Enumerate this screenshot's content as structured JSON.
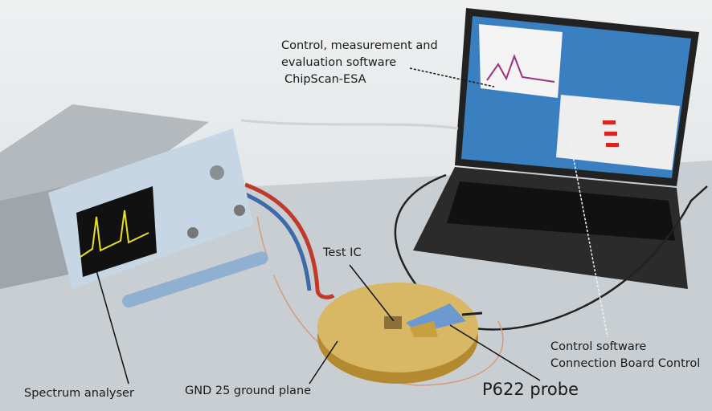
{
  "labels": {
    "software": [
      "Control, measurement and",
      "evaluation software",
      "ChipScan-ESA"
    ],
    "test_ic": "Test IC",
    "control_software": [
      "Control software",
      "Connection Board Control"
    ],
    "spectrum_analyser": "Spectrum analyser",
    "ground_plane": "GND 25 ground plane",
    "probe": "P622 probe"
  },
  "colors": {
    "gold": "#c9a54a",
    "analyser_blue": "#8fb0d0",
    "spectrum_trace": "#e8e020",
    "cable_red": "#c0392b"
  }
}
